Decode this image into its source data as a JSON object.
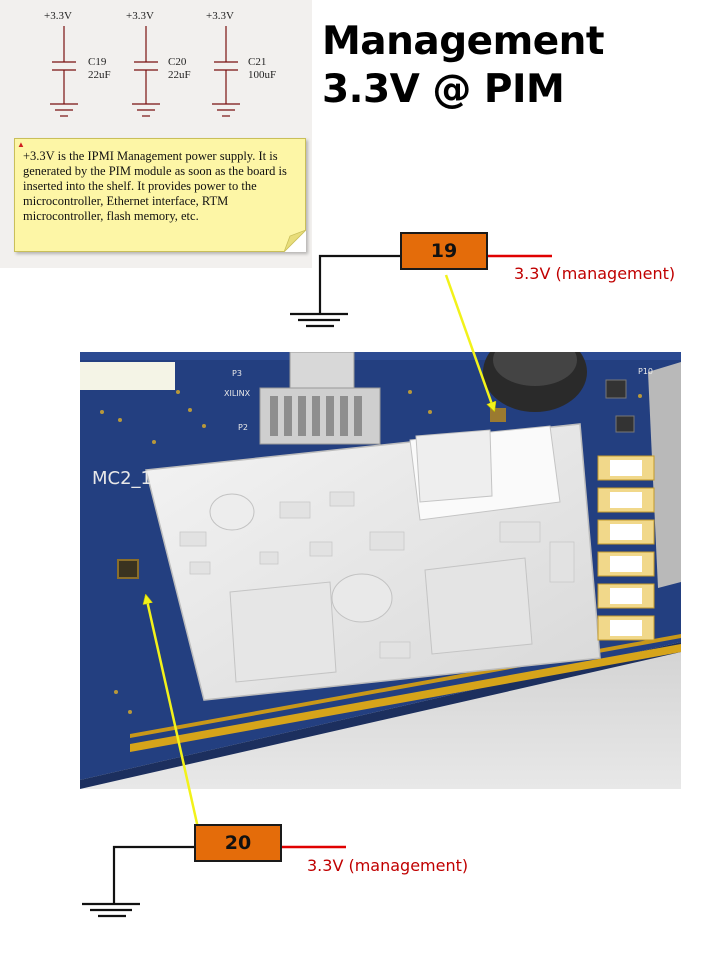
{
  "schematic": {
    "capacitors": [
      {
        "rail": "+3.3V",
        "ref": "C19",
        "value": "22uF"
      },
      {
        "rail": "+3.3V",
        "ref": "C20",
        "value": "22uF"
      },
      {
        "rail": "+3.3V",
        "ref": "C21",
        "value": "100uF"
      }
    ],
    "note": "+3.3V is the IPMI Management power supply.  It is generated by the PIM module as soon as the board is inserted into the shelf.  It provides power to the microcontroller, Ethernet interface, RTM microcontroller, flash memory, etc."
  },
  "title": {
    "line1": "Management",
    "line2": "3.3V @ PIM"
  },
  "pins": [
    {
      "number": "19",
      "signal": "3.3V (management)"
    },
    {
      "number": "20",
      "signal": "3.3V (management)"
    }
  ],
  "board": {
    "silkscreen": [
      "MC2_1",
      "XILINX",
      "P3",
      "P2",
      "P10"
    ]
  },
  "colors": {
    "pin_fill": "#e46c0a",
    "signal_line": "#e00000",
    "pointer_arrow": "#f2f21a",
    "pcb": "#233f80",
    "note_bg": "#fdf6a6"
  }
}
